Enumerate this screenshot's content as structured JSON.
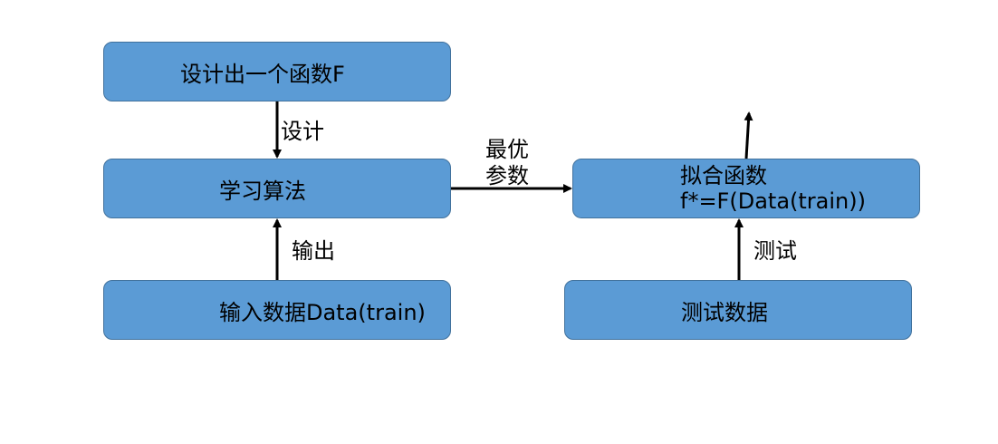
{
  "boxes": {
    "design": "设计出一个函数F",
    "learning_algorithm": "学习算法",
    "input_data": "输入数据Data(train)",
    "fit_function_line1": "拟合函数",
    "fit_function_line2": "f*=F(Data(train))",
    "test_data": "测试数据"
  },
  "edge_labels": {
    "design": "设计",
    "output": "输出",
    "optimal_params": "最优参数",
    "test": "测试"
  },
  "colors": {
    "box_fill": "#5b9bd5",
    "box_border": "#41719c",
    "arrow": "#000000"
  }
}
